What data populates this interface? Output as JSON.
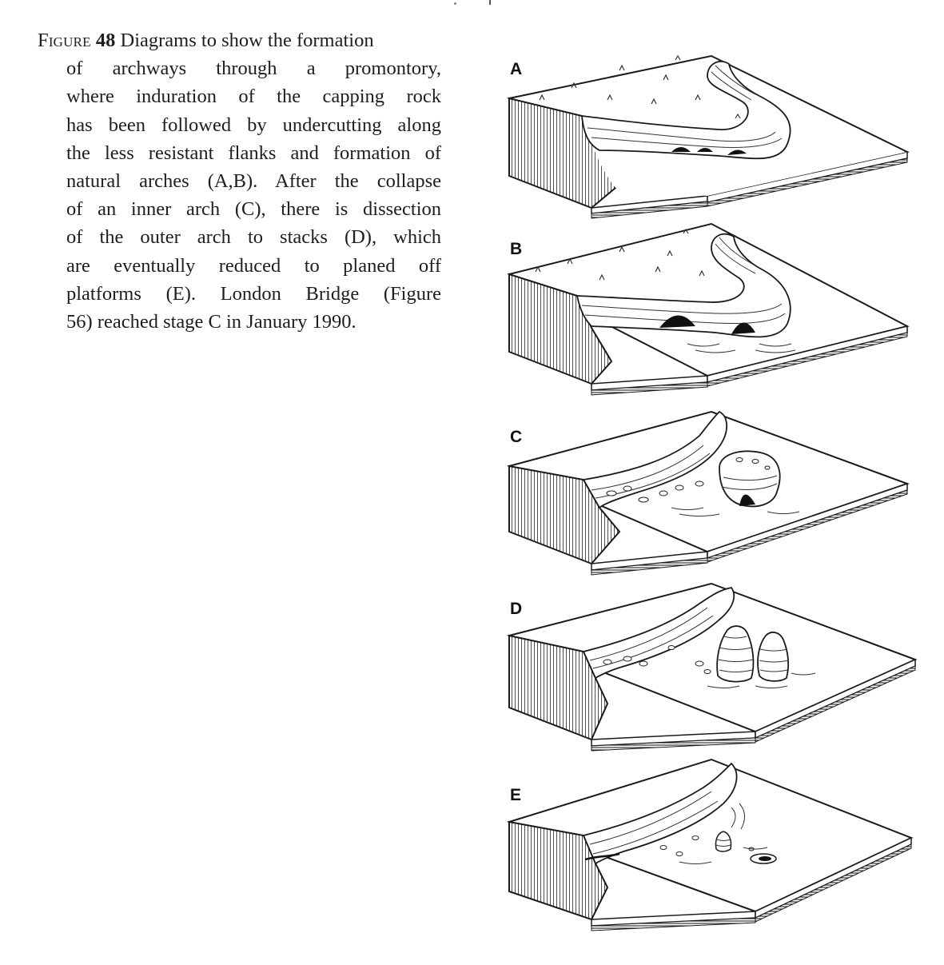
{
  "caption": {
    "label": "Figure",
    "number": "48",
    "lines": [
      "Diagrams to show the formation",
      "of archways through a promontory,",
      "where induration of the capping rock",
      "has been followed by undercutting along",
      "the less resistant flanks and formation of",
      "natural arches (A,B). After the collapse",
      "of an inner arch (C), there is dissection",
      "of the outer arch to stacks (D), which",
      "are eventually reduced to planed off",
      "platforms (E). London Bridge (Figure",
      "56) reached stage C in January 1990."
    ]
  },
  "panels": [
    {
      "letter": "A"
    },
    {
      "letter": "B"
    },
    {
      "letter": "C"
    },
    {
      "letter": "D"
    },
    {
      "letter": "E"
    }
  ],
  "colors": {
    "ink": "#1a1a1a",
    "paper": "#ffffff"
  }
}
